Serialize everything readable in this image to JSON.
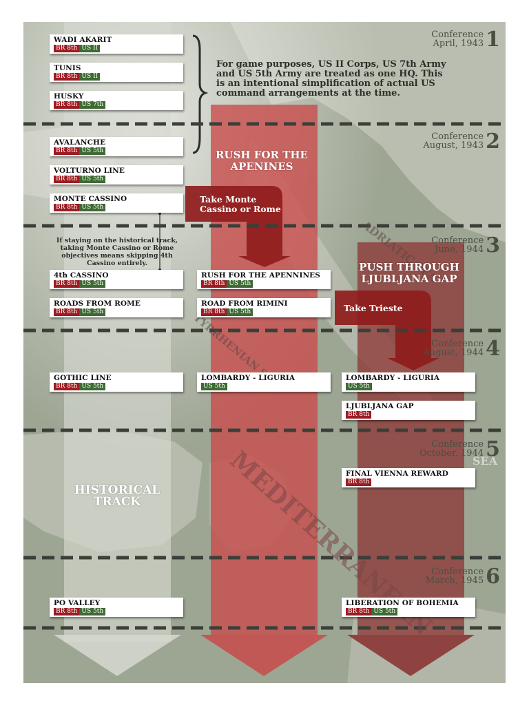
{
  "note": "For game purposes, US II Corps, US 7th Army and US 5th Army are treated as one HQ. This is an intentional simplification of actual US command arrangements at the time.",
  "side_note": "If staying on the historical track, taking Monte Cassino or Rome objectives means skipping 4th Cassino entirely.",
  "conferences": [
    {
      "label_a": "Conference",
      "label_b": "April, 1943",
      "num": "1"
    },
    {
      "label_a": "Conference",
      "label_b": "August, 1943",
      "num": "2"
    },
    {
      "label_a": "Conference",
      "label_b": "June, 1944",
      "num": "3"
    },
    {
      "label_a": "Conference",
      "label_b": "August, 1944",
      "num": "4"
    },
    {
      "label_a": "Conference",
      "label_b": "October, 1944",
      "num": "5"
    },
    {
      "label_a": "Conference",
      "label_b": "March, 1945",
      "num": "6"
    }
  ],
  "tracks": {
    "historical": "HISTORICAL TRACK",
    "rush": "RUSH FOR THE APENINES",
    "push": "PUSH THROUGH LJUBLJANA GAP"
  },
  "branches": {
    "take_monte": "Take Monte Cassino or Rome",
    "take_trieste": "Take Trieste"
  },
  "seas": {
    "adriatic": "ADRIATIC SEA",
    "tyrrhenian": "TYRRHENIAN SEA",
    "mediterranean": "MEDITERRANEAN",
    "sea": "SEA"
  },
  "cards": [
    {
      "title": "WADI AKARIT",
      "tags": [
        {
          "k": "br",
          "t": "BR 8th"
        },
        {
          "k": "us",
          "t": "US II"
        }
      ]
    },
    {
      "title": "TUNIS",
      "tags": [
        {
          "k": "br",
          "t": "BR 8th"
        },
        {
          "k": "us",
          "t": "US II"
        }
      ]
    },
    {
      "title": "HUSKY",
      "tags": [
        {
          "k": "br",
          "t": "BR 8th"
        },
        {
          "k": "us",
          "t": "US 7th"
        }
      ]
    },
    {
      "title": "AVALANCHE",
      "tags": [
        {
          "k": "br",
          "t": "BR 8th"
        },
        {
          "k": "us",
          "t": "US 5th"
        }
      ]
    },
    {
      "title": "VOLTURNO LINE",
      "tags": [
        {
          "k": "br",
          "t": "BR 8th"
        },
        {
          "k": "us",
          "t": "US 5th"
        }
      ]
    },
    {
      "title": "MONTE CASSINO",
      "tags": [
        {
          "k": "br",
          "t": "BR 8th"
        },
        {
          "k": "us",
          "t": "US 5th"
        }
      ]
    },
    {
      "title": "4th CASSINO",
      "tags": [
        {
          "k": "br",
          "t": "BR 8th"
        },
        {
          "k": "us",
          "t": "US 5th"
        }
      ]
    },
    {
      "title": "ROADS FROM ROME",
      "tags": [
        {
          "k": "br",
          "t": "BR 8th"
        },
        {
          "k": "us",
          "t": "US 5th"
        }
      ]
    },
    {
      "title": "RUSH FOR THE APENNINES",
      "tags": [
        {
          "k": "br",
          "t": "BR 8th"
        },
        {
          "k": "us",
          "t": "US 5th"
        }
      ]
    },
    {
      "title": "ROAD FROM RIMINI",
      "tags": [
        {
          "k": "br",
          "t": "BR 8th"
        },
        {
          "k": "us",
          "t": "US 5th"
        }
      ]
    },
    {
      "title": "GOTHIC LINE",
      "tags": [
        {
          "k": "br",
          "t": "BR 8th"
        },
        {
          "k": "us",
          "t": "US 5th"
        }
      ]
    },
    {
      "title": "LOMBARDY - LIGURIA",
      "tags": [
        {
          "k": "us",
          "t": "US 5th"
        }
      ]
    },
    {
      "title": "LOMBARDY - LIGURIA",
      "tags": [
        {
          "k": "us",
          "t": "US 5th"
        }
      ]
    },
    {
      "title": "LJUBLJANA GAP",
      "tags": [
        {
          "k": "br",
          "t": "BR 8th"
        }
      ]
    },
    {
      "title": "FINAL VIENNA REWARD",
      "tags": [
        {
          "k": "br",
          "t": "BR 8th"
        }
      ]
    },
    {
      "title": "PO VALLEY",
      "tags": [
        {
          "k": "br",
          "t": "BR 8th"
        },
        {
          "k": "us",
          "t": "US 5th"
        }
      ]
    },
    {
      "title": "LIBERATION OF BOHEMIA",
      "tags": [
        {
          "k": "br",
          "t": "BR 8th"
        },
        {
          "k": "us",
          "t": "US 5th"
        }
      ]
    }
  ],
  "colors": {
    "br": "#9b1c22",
    "us": "#3e6a34",
    "rush_track": "#c24a4a",
    "push_track": "#7a2828",
    "historical_track": "#d4d6cf"
  }
}
